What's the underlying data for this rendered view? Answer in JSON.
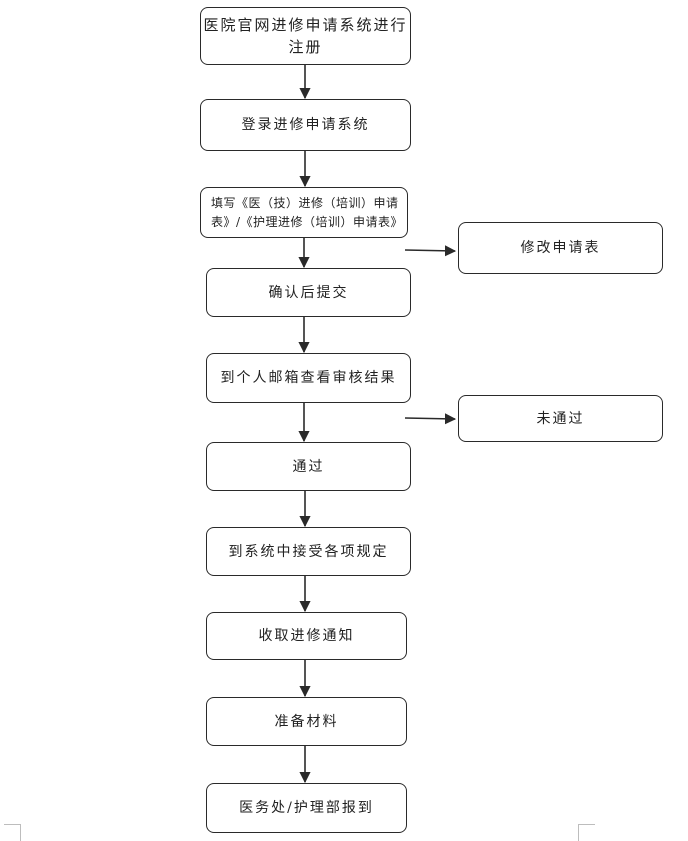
{
  "flowchart": {
    "steps": [
      "医院官网进修申请系统进行\n注册",
      "登录进修申请系统",
      "填写《医（技）进修（培训）申请\n表》/《护理进修（培训）申请表》",
      "确认后提交",
      "到个人邮箱查看审核结果",
      "通过",
      "到系统中接受各项规定",
      "收取进修通知",
      "准备材料",
      "医务处/护理部报到"
    ],
    "side_boxes": [
      "修改申请表",
      "未通过"
    ]
  }
}
